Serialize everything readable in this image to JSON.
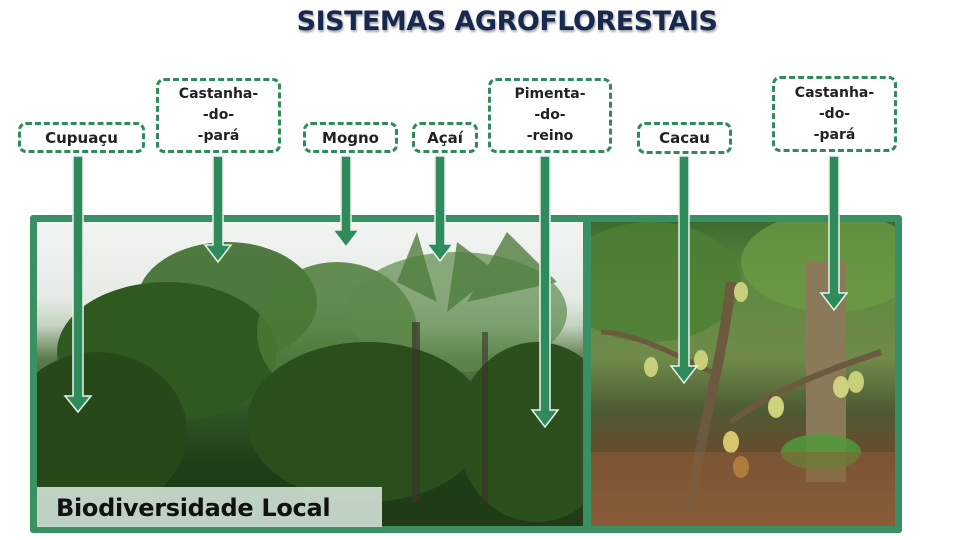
{
  "title": "SISTEMAS AGROFLORESTAIS",
  "labels": [
    {
      "id": "cupuacu",
      "text": "Cupuaçu"
    },
    {
      "id": "castanha-1",
      "text": "Castanha-\n-do-\n-pará"
    },
    {
      "id": "mogno",
      "text": "Mogno"
    },
    {
      "id": "acai",
      "text": "Açaí"
    },
    {
      "id": "pimenta",
      "text": "Pimenta-\n-do-\n-reino"
    },
    {
      "id": "cacau",
      "text": "Cacau"
    },
    {
      "id": "castanha-2",
      "text": "Castanha-\n-do-\n-pará"
    }
  ],
  "biodiversity_label": "Biodiversidade Local",
  "colors": {
    "title": "#17294e",
    "label_border": "#2f8a5c",
    "arrow": "#2f8a5c",
    "frame": "#3a8f63"
  }
}
